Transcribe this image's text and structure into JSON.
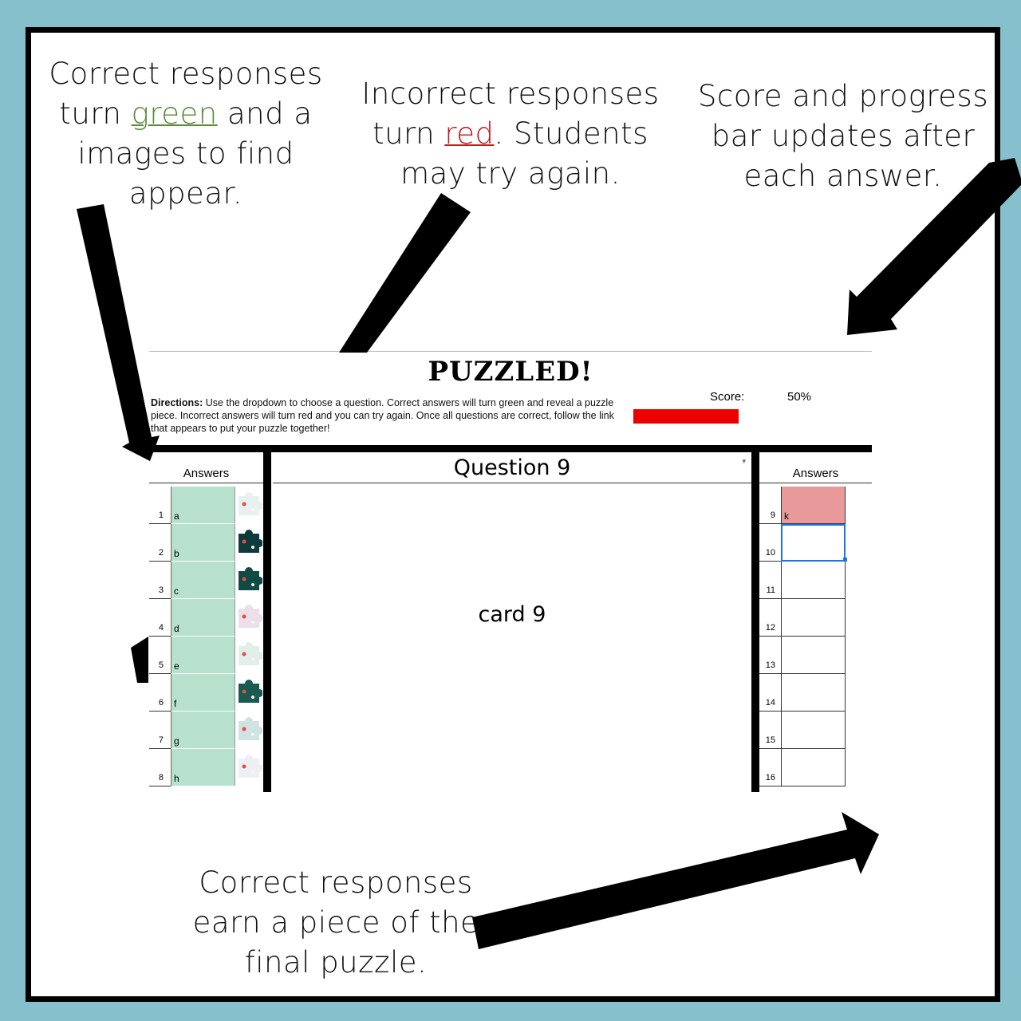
{
  "callouts": {
    "left": {
      "l1": "Correct responses",
      "l2a": "turn ",
      "l2b": "green",
      "l2c": " and a",
      "l3": "images to find",
      "l4": "appear."
    },
    "middle": {
      "l1": "Incorrect responses",
      "l2a": "turn ",
      "l2b": "red",
      "l2c": ".  Students",
      "l3": "may try again."
    },
    "right": {
      "l1": "Score and progress",
      "l2": "bar updates after",
      "l3": "each answer."
    },
    "bottom": {
      "l1": "Correct responses",
      "l2": "earn a piece of the",
      "l3": "final puzzle."
    }
  },
  "sheet": {
    "title": "PUZZLED!",
    "directions_label": "Directions:",
    "directions_text": " Use the dropdown to choose a question. Correct answers will turn green and reveal a puzzle piece.  Incorrect answers will turn red and you can try again. Once all questions are correct, follow  the link that appears to put your puzzle together!",
    "score_label": "Score:",
    "score_value": "50%",
    "progress_fraction": 1.0,
    "left_header": "Answers",
    "right_header": "Answers",
    "question_header": "Question 9",
    "card_text": "card 9",
    "left_rows": [
      {
        "num": "1",
        "answer": "a",
        "state": "correct"
      },
      {
        "num": "2",
        "answer": "b",
        "state": "correct"
      },
      {
        "num": "3",
        "answer": "c",
        "state": "correct"
      },
      {
        "num": "4",
        "answer": "d",
        "state": "correct"
      },
      {
        "num": "5",
        "answer": "e",
        "state": "correct"
      },
      {
        "num": "6",
        "answer": "f",
        "state": "correct"
      },
      {
        "num": "7",
        "answer": "g",
        "state": "correct"
      },
      {
        "num": "8",
        "answer": "h",
        "state": "correct"
      }
    ],
    "right_rows": [
      {
        "num": "9",
        "answer": "k",
        "state": "incorrect"
      },
      {
        "num": "10",
        "answer": "",
        "state": "selected"
      },
      {
        "num": "11",
        "answer": "",
        "state": "empty"
      },
      {
        "num": "12",
        "answer": "",
        "state": "empty"
      },
      {
        "num": "13",
        "answer": "",
        "state": "empty"
      },
      {
        "num": "14",
        "answer": "",
        "state": "empty"
      },
      {
        "num": "15",
        "answer": "",
        "state": "empty"
      },
      {
        "num": "16",
        "answer": "",
        "state": "empty"
      }
    ],
    "colors": {
      "correct": "#b7e1cd",
      "incorrect": "#e89a9a",
      "selected_border": "#1a73e8",
      "progress": "#ee0000"
    }
  }
}
